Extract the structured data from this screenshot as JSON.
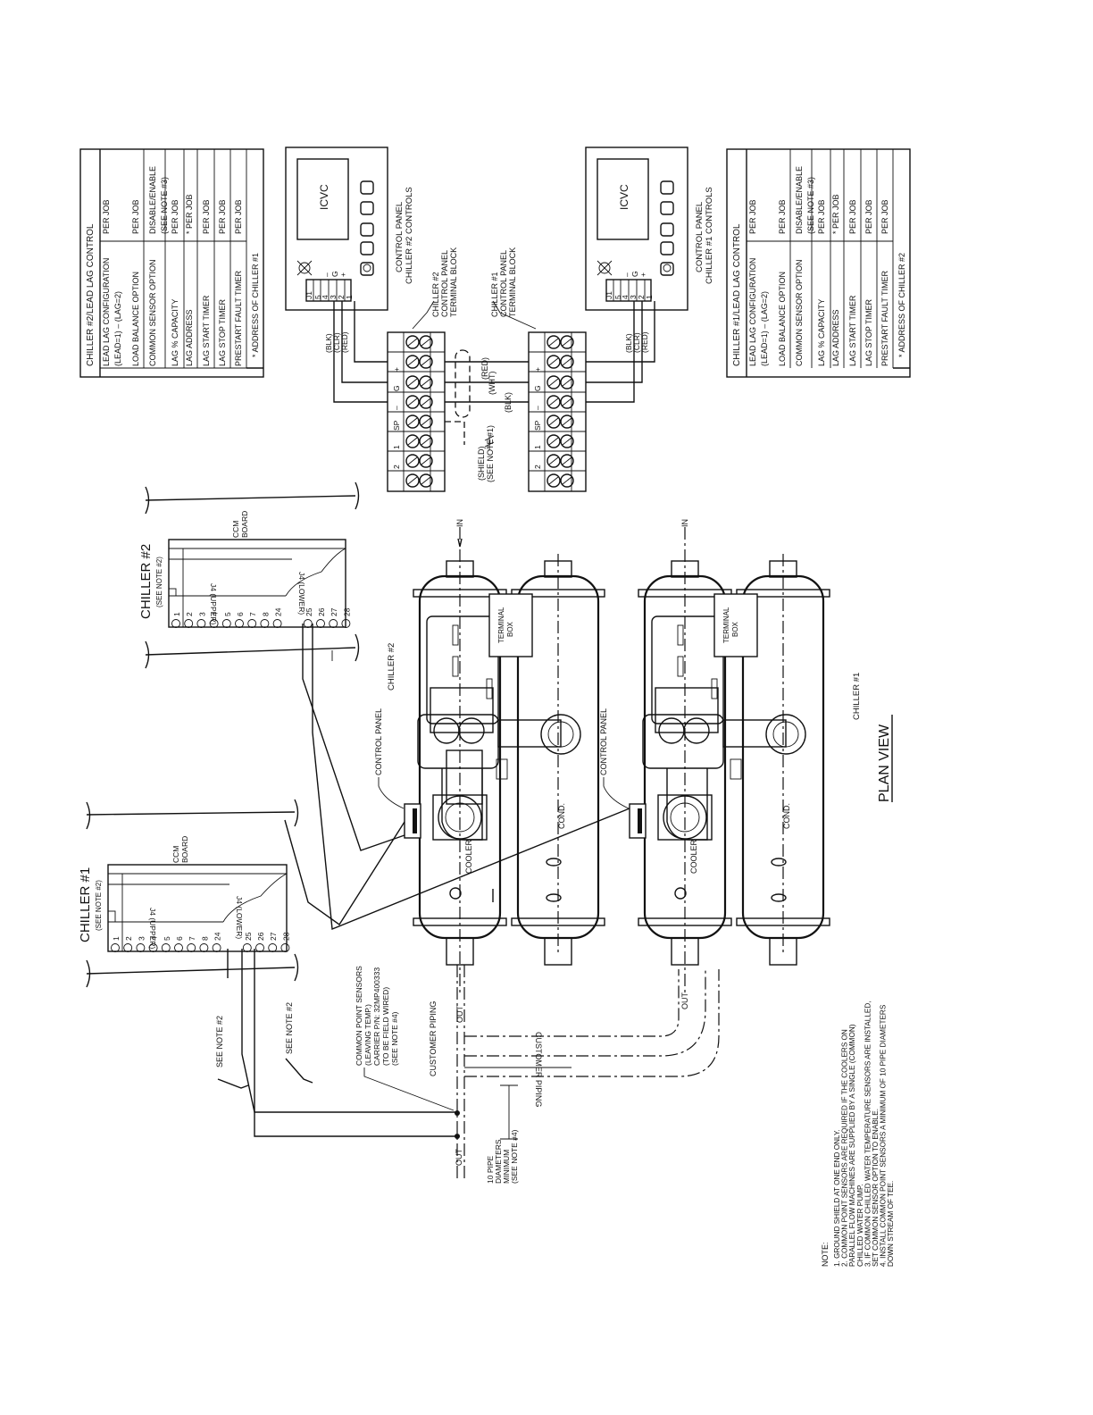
{
  "title": "PLAN VIEW",
  "tables": [
    {
      "header": "CHILLER #2/LEAD LAG CONTROL",
      "rows": [
        [
          "LEAD LAG CONFIGURATION",
          "PER JOB"
        ],
        [
          "(LEAD=1) – (LAG=2)",
          ""
        ],
        [
          "LOAD BALANCE OPTION",
          "PER JOB"
        ],
        [
          "COMMON SENSOR OPTION",
          "DISABLE/ENABLE"
        ],
        [
          "",
          "(SEE NOTE #3)"
        ],
        [
          "LAG % CAPACITY",
          "PER JOB"
        ],
        [
          "LAG ADDRESS",
          "* PER JOB"
        ],
        [
          "LAG START TIMER",
          "PER JOB"
        ],
        [
          "LAG STOP TIMER",
          "PER JOB"
        ],
        [
          "PRESTART FAULT TIMER",
          "PER JOB"
        ]
      ],
      "footnote": "* ADDRESS OF CHILLER #1"
    },
    {
      "header": "CHILLER #1/LEAD LAG CONTROL",
      "rows": [
        [
          "LEAD LAG CONFIGURATION",
          "PER JOB"
        ],
        [
          "(LEAD=1) – (LAG=2)",
          ""
        ],
        [
          "LOAD BALANCE OPTION",
          "PER JOB"
        ],
        [
          "COMMON SENSOR OPTION",
          "DISABLE/ENABLE"
        ],
        [
          "",
          "(SEE NOTE #3)"
        ],
        [
          "LAG % CAPACITY",
          "PER JOB"
        ],
        [
          "LAG ADDRESS",
          "* PER JOB"
        ],
        [
          "LAG START TIMER",
          "PER JOB"
        ],
        [
          "LAG STOP TIMER",
          "PER JOB"
        ],
        [
          "PRESTART FAULT TIMER",
          "PER JOB"
        ]
      ],
      "footnote": "* ADDRESS OF CHILLER #2"
    }
  ],
  "control_panels": [
    {
      "label_1": "CONTROL PANEL",
      "label_2": "CHILLER #2 CONTROLS",
      "icvc": "ICVC",
      "block_1": "CHILLER #2",
      "block_2": "CONTROL PANEL",
      "block_3": "TERMINAL BLOCK"
    },
    {
      "label_1": "CONTROL PANEL",
      "label_2": "CHILLER #1 CONTROLS",
      "icvc": "ICVC",
      "block_1": "CHILLER #1",
      "block_2": "CONTROL PANEL",
      "block_3": "TERMINAL BLOCK"
    }
  ],
  "j1_pins": [
    "J1",
    "5",
    "4",
    "3",
    "2",
    "1"
  ],
  "j1_signals": [
    "–",
    "G",
    "+"
  ],
  "j1_wires": [
    "(BLK)",
    "(CLR)",
    "(RED)"
  ],
  "terminal_labels": [
    "2",
    "1",
    "SP",
    "–",
    "G",
    "+"
  ],
  "bus_wires": [
    "(RED)",
    "(WHT)",
    "(BLK)"
  ],
  "shield": {
    "line_1": "(SHIELD)",
    "line_2": "(SEE NOTE #1)"
  },
  "ccm_boards": [
    {
      "title": "CHILLER #2",
      "note": "(SEE NOTE #2)",
      "board_1": "CCM",
      "board_2": "BOARD",
      "upper": "J4 (UPPER)",
      "lower": "J4 (LOWER)"
    },
    {
      "title": "CHILLER #1",
      "note": "(SEE NOTE #2)",
      "board_1": "CCM",
      "board_2": "BOARD",
      "upper": "J4 (UPPER)",
      "lower": "J4 (LOWER)"
    }
  ],
  "ccm_pins": [
    "1",
    "2",
    "3",
    "4",
    "5",
    "6",
    "7",
    "8",
    "24",
    "25",
    "26",
    "27",
    "28"
  ],
  "chiller_labels": {
    "chiller_2": "CHILLER #2",
    "chiller_1": "CHILLER #1",
    "terminal_box_1": "TERMINAL",
    "terminal_box_2": "BOX",
    "control_panel": "CONTROL PANEL",
    "cooler": "COOLER",
    "cond": "COND.",
    "in": "IN",
    "out": "OUT",
    "cl": "℄"
  },
  "piping": {
    "customer_piping": "CUSTOMER PIPING",
    "see_note_2": "SEE NOTE #2",
    "sensors": [
      "COMMON POINT SENSORS",
      "(LEAVING TEMP.)",
      "CARRIER P/N: 32MP400333",
      "(TO BE FIELD WIRED)",
      "(SEE NOTE #4)"
    ],
    "diameters": [
      "10 PIPE",
      "DIAMETERS",
      "MINIMUM",
      "(SEE NOTE #4)"
    ]
  },
  "notes": {
    "heading": "NOTE:",
    "lines": [
      "1.  GROUND SHIELD AT ONE END ONLY.",
      "2.  COMMON POINT SENSORS ARE REQUIRED IF THE COOLERS ON",
      "     PARALLEL FLOW MACHINES ARE SUPPLIED BY A SINGLE (COMMON)",
      "     CHILLED WATER PUMP.",
      "3.  IF COMMON CHILLED WATER TEMPERATURE SENSORS ARE INSTALLED,",
      "     SET COMMON SENSOR OPTION TO ENABLE.",
      "4.  INSTALL COMMON POINT SENSORS A MINIMUM OF 10 PIPE DIAMETERS",
      "     DOWN STREAM OF TEE."
    ]
  }
}
